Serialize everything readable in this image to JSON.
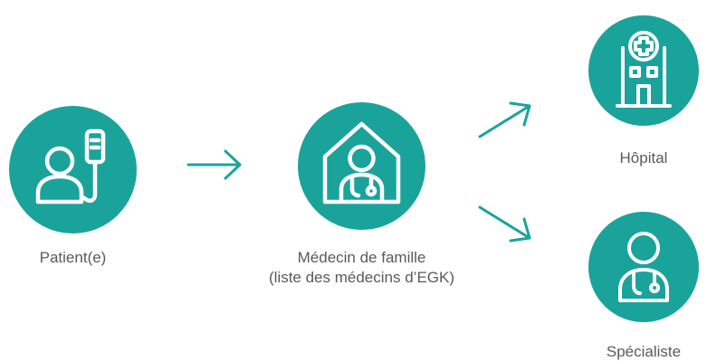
{
  "colors": {
    "accent": "#1aa39b",
    "icon": "#ffffff",
    "label_text": "#5a5a5a"
  },
  "nodes": {
    "patient": {
      "icon": "patient-with-iv-drip-icon",
      "label": "Patient(e)"
    },
    "family_doctor": {
      "icon": "doctor-in-house-icon",
      "label_line1": "Médecin de famille",
      "label_line2": "(liste des médecins d’EGK)"
    },
    "hospital": {
      "icon": "hospital-building-icon",
      "label": "Hôpital"
    },
    "specialist": {
      "icon": "doctor-with-stethoscope-icon",
      "label": "Spécialiste"
    }
  },
  "arrows": [
    {
      "icon": "arrow-right-icon"
    },
    {
      "icon": "arrow-up-right-icon"
    },
    {
      "icon": "arrow-down-right-icon"
    }
  ]
}
